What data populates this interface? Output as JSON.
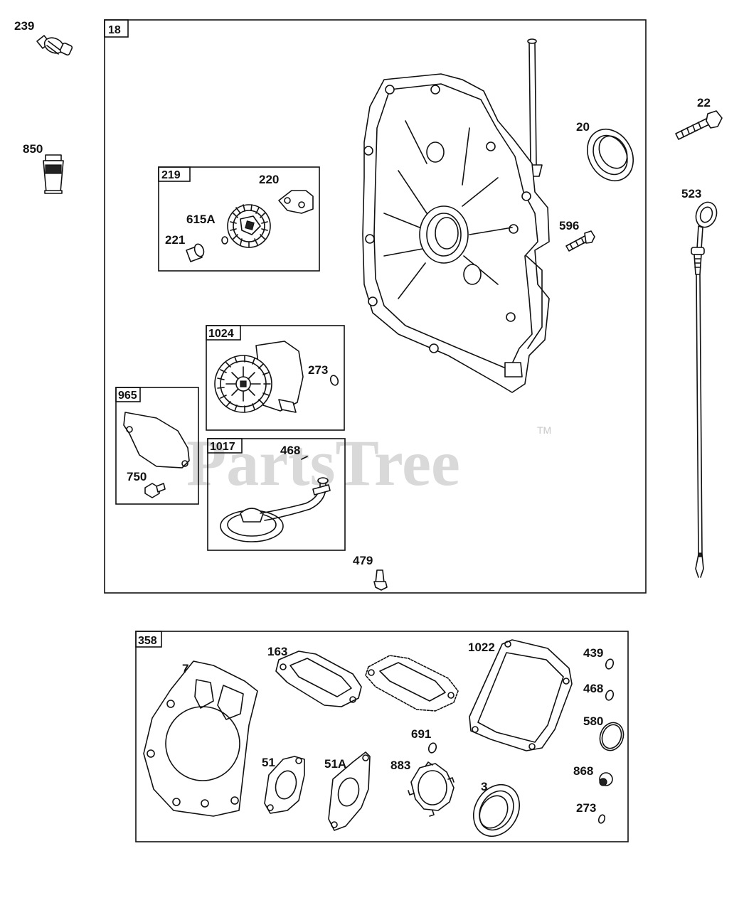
{
  "watermark": {
    "text": "PartsTree",
    "trademark": "TM"
  },
  "assemblies": {
    "a18": "18",
    "a219": "219",
    "a1024": "1024",
    "a965": "965",
    "a1017": "1017",
    "a358": "358"
  },
  "parts": {
    "p239": "239",
    "p850": "850",
    "p20": "20",
    "p22": "22",
    "p523": "523",
    "p596": "596",
    "p220": "220",
    "p615A": "615A",
    "p221": "221",
    "p273a": "273",
    "p468a": "468",
    "p750": "750",
    "p479": "479",
    "p7": "7",
    "p163": "163",
    "p1022": "1022",
    "p439": "439",
    "p468b": "468",
    "p580": "580",
    "p691": "691",
    "p51": "51",
    "p51A": "51A",
    "p883": "883",
    "p3": "3",
    "p868": "868",
    "p273b": "273"
  }
}
